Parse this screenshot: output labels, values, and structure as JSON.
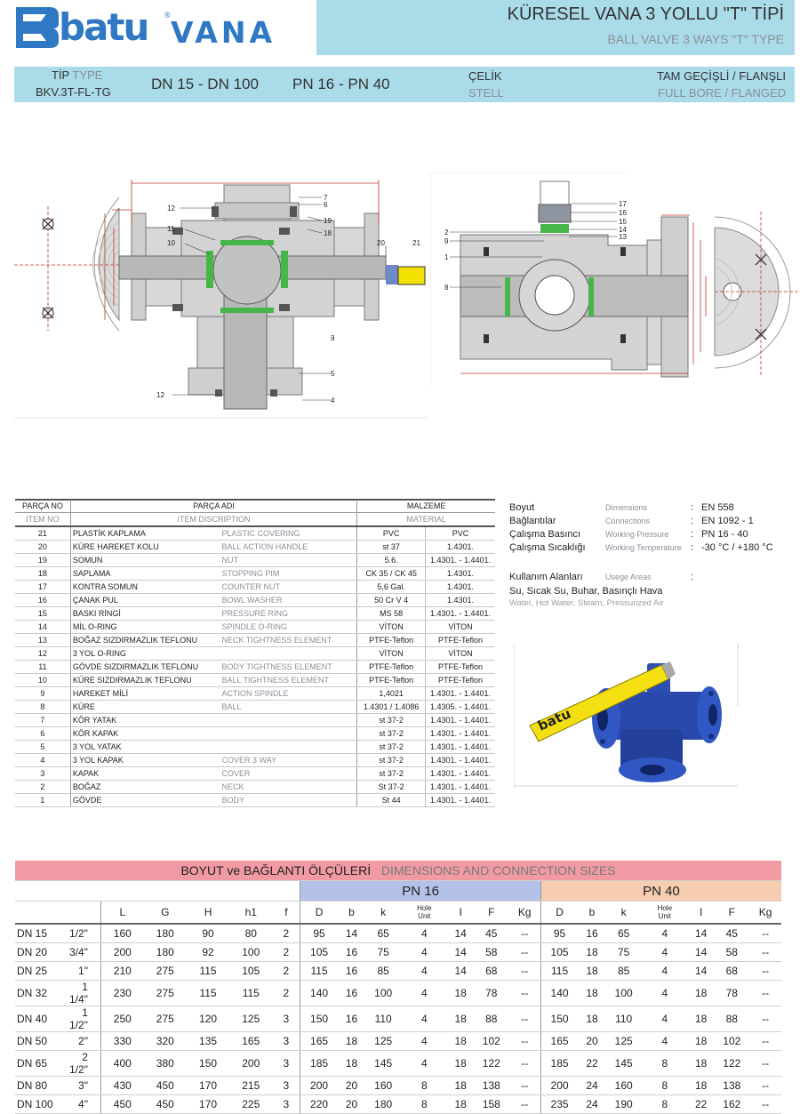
{
  "header": {
    "brand": "batu",
    "brand_suffix": "VANA",
    "registered": "®",
    "title_tr": "KÜRESEL VANA 3 YOLLU \"T\" TİPİ",
    "title_en": "BALL VALVE 3 WAYS \"T\" TYPE"
  },
  "spec_bar": {
    "tip_tr": "TİP",
    "tip_en": "TYPE",
    "model": "BKV.3T-FL-TG",
    "dn_range": "DN 15 - DN 100",
    "pn_range": "PN 16 - PN 40",
    "material_tr": "ÇELİK",
    "material_en": "STELL",
    "bore_tr": "TAM GEÇİŞLİ / FLANŞLI",
    "bore_en": "FULL BORE / FLANGED"
  },
  "drawing_labels": {
    "left_callouts": [
      "12",
      "11",
      "10",
      "7",
      "6",
      "19",
      "18",
      "20",
      "21",
      "3",
      "5",
      "12",
      "4"
    ],
    "right_callouts": [
      "17",
      "16",
      "15",
      "14",
      "13",
      "2",
      "9",
      "1",
      "8"
    ]
  },
  "parts_table": {
    "h_no_tr": "PARÇA NO",
    "h_no_en": "ITEM NO",
    "h_name_tr": "PARÇA ADI",
    "h_name_en": "ITEM DISCRIPTION",
    "h_mat_tr": "MALZEME",
    "h_mat_en": "MATERIAL",
    "rows": [
      {
        "no": "21",
        "tr": "PLASTİK KAPLAMA",
        "en": "PLASTIC COVERING",
        "m1": "PVC",
        "m2": "PVC"
      },
      {
        "no": "20",
        "tr": "KÜRE HAREKET KOLU",
        "en": "BALL ACTION HANDLE",
        "m1": "st 37",
        "m2": "1.4301."
      },
      {
        "no": "19",
        "tr": "SOMUN",
        "en": "NUT",
        "m1": "5.6.",
        "m2": "1.4301. - 1.4401."
      },
      {
        "no": "18",
        "tr": "SAPLAMA",
        "en": "STOPPING PIM",
        "m1": "CK 35 / CK 45",
        "m2": "1.4301."
      },
      {
        "no": "17",
        "tr": "KONTRA SOMUN",
        "en": "COUNTER NUT",
        "m1": "5,6 Gal.",
        "m2": "1.4301."
      },
      {
        "no": "16",
        "tr": "ÇANAK PUL",
        "en": "BOWL WASHER",
        "m1": "50 Cr V 4",
        "m2": "1.4301."
      },
      {
        "no": "15",
        "tr": "BASKI RİNGİ",
        "en": "PRESSURE RING",
        "m1": "MS 58",
        "m2": "1.4301. - 1.4401."
      },
      {
        "no": "14",
        "tr": "MİL O-RING",
        "en": "SPINDLE O-RING",
        "m1": "VİTON",
        "m2": "VİTON"
      },
      {
        "no": "13",
        "tr": "BOĞAZ SIZDIRMAZLIK TEFLONU",
        "en": "NECK TIGHTNESS ELEMENT",
        "m1": "PTFE-Teflon",
        "m2": "PTFE-Teflon"
      },
      {
        "no": "12",
        "tr": "3 YOL O-RING",
        "en": "",
        "m1": "VİTON",
        "m2": "VİTON"
      },
      {
        "no": "11",
        "tr": "GÖVDE SIZDIRMAZLIK TEFLONU",
        "en": "BODY TIGHTNESS ELEMENT",
        "m1": "PTFE-Teflon",
        "m2": "PTFE-Teflon"
      },
      {
        "no": "10",
        "tr": "KÜRE SIZDIRMAZLIK TEFLONU",
        "en": "BALL TIGHTNESS ELEMENT",
        "m1": "PTFE-Teflon",
        "m2": "PTFE-Teflon"
      },
      {
        "no": "9",
        "tr": "HAREKET MİLİ",
        "en": "ACTION SPINDLE",
        "m1": "1,4021",
        "m2": "1.4301. - 1.4401."
      },
      {
        "no": "8",
        "tr": "KÜRE",
        "en": "BALL",
        "m1": "1.4301 / 1.4086",
        "m2": "1.4305. - 1.4401."
      },
      {
        "no": "7",
        "tr": "KÖR YATAK",
        "en": "",
        "m1": "st 37-2",
        "m2": "1.4301. - 1.4401."
      },
      {
        "no": "6",
        "tr": "KÖR KAPAK",
        "en": "",
        "m1": "st 37-2",
        "m2": "1.4301. - 1.4401."
      },
      {
        "no": "5",
        "tr": "3 YOL YATAK",
        "en": "",
        "m1": "st 37-2",
        "m2": "1.4301. - 1.4401."
      },
      {
        "no": "4",
        "tr": "3 YOL KAPAK",
        "en": "COVER 3 WAY",
        "m1": "st 37-2",
        "m2": "1.4301. - 1.4401."
      },
      {
        "no": "3",
        "tr": "KAPAK",
        "en": "COVER",
        "m1": "st 37-2",
        "m2": "1.4301. - 1.4401."
      },
      {
        "no": "2",
        "tr": "BOĞAZ",
        "en": "NECK",
        "m1": "St 37-2",
        "m2": "1.4301. - 1.4401."
      },
      {
        "no": "1",
        "tr": "GÖVDE",
        "en": "BODY",
        "m1": "St 44",
        "m2": "1.4301. - 1.4401."
      }
    ]
  },
  "specs": {
    "rows": [
      {
        "tr": "Boyut",
        "en": "Dimensions",
        "val": "EN 558"
      },
      {
        "tr": "Bağlantılar",
        "en": "Connections",
        "val": "EN 1092 - 1"
      },
      {
        "tr": "Çalışma Basıncı",
        "en": "Working Pressure",
        "val": "PN 16 - 40"
      },
      {
        "tr": "Çalışma Sıcaklığı",
        "en": "Working Temperature",
        "val": "-30 °C / +180 °C"
      }
    ],
    "colon": ":",
    "usage_tr": "Kullanım Alanları",
    "usage_en": "Usege Areas",
    "usage_list_tr": "Su, Sıcak Su, Buhar, Basınçlı Hava",
    "usage_list_en": "Water, Hot Water, Steam, Pressurized Air"
  },
  "photo": {
    "handle_brand": "batu"
  },
  "dims_table": {
    "title_tr": "BOYUT ve BAĞLANTI ÖLÇÜLERİ",
    "title_en": "DIMENSIONS AND CONNECTION SIZES",
    "pn16": "PN 16",
    "pn40": "PN 40",
    "cols_common": [
      "L",
      "G",
      "H",
      "h1",
      "f"
    ],
    "cols_pn": [
      "D",
      "b",
      "k",
      "Hole Unit",
      "I",
      "F",
      "Kg"
    ],
    "hole_1": "Hole",
    "hole_2": "Unit",
    "rows": [
      {
        "dn": "DN 15",
        "inch": "1/2\"",
        "v": [
          "160",
          "180",
          "90",
          "80",
          "2",
          "95",
          "14",
          "65",
          "4",
          "14",
          "45",
          "--",
          "95",
          "16",
          "65",
          "4",
          "14",
          "45",
          "--"
        ]
      },
      {
        "dn": "DN 20",
        "inch": "3/4\"",
        "v": [
          "200",
          "180",
          "92",
          "100",
          "2",
          "105",
          "16",
          "75",
          "4",
          "14",
          "58",
          "--",
          "105",
          "18",
          "75",
          "4",
          "14",
          "58",
          "--"
        ]
      },
      {
        "dn": "DN 25",
        "inch": "1\"",
        "v": [
          "210",
          "275",
          "115",
          "105",
          "2",
          "115",
          "16",
          "85",
          "4",
          "14",
          "68",
          "--",
          "115",
          "18",
          "85",
          "4",
          "14",
          "68",
          "--"
        ]
      },
      {
        "dn": "DN 32",
        "inch": "1 1/4\"",
        "v": [
          "230",
          "275",
          "115",
          "115",
          "2",
          "140",
          "16",
          "100",
          "4",
          "18",
          "78",
          "--",
          "140",
          "18",
          "100",
          "4",
          "18",
          "78",
          "--"
        ]
      },
      {
        "dn": "DN 40",
        "inch": "1 1/2\"",
        "v": [
          "250",
          "275",
          "120",
          "125",
          "3",
          "150",
          "16",
          "110",
          "4",
          "18",
          "88",
          "--",
          "150",
          "18",
          "110",
          "4",
          "18",
          "88",
          "--"
        ]
      },
      {
        "dn": "DN 50",
        "inch": "2\"",
        "v": [
          "330",
          "320",
          "135",
          "165",
          "3",
          "165",
          "18",
          "125",
          "4",
          "18",
          "102",
          "--",
          "165",
          "20",
          "125",
          "4",
          "18",
          "102",
          "--"
        ]
      },
      {
        "dn": "DN 65",
        "inch": "2 1/2\"",
        "v": [
          "400",
          "380",
          "150",
          "200",
          "3",
          "185",
          "18",
          "145",
          "4",
          "18",
          "122",
          "--",
          "185",
          "22",
          "145",
          "8",
          "18",
          "122",
          "--"
        ]
      },
      {
        "dn": "DN 80",
        "inch": "3\"",
        "v": [
          "430",
          "450",
          "170",
          "215",
          "3",
          "200",
          "20",
          "160",
          "8",
          "18",
          "138",
          "--",
          "200",
          "24",
          "160",
          "8",
          "18",
          "138",
          "--"
        ]
      },
      {
        "dn": "DN 100",
        "inch": "4\"",
        "v": [
          "450",
          "450",
          "170",
          "225",
          "3",
          "220",
          "20",
          "180",
          "8",
          "18",
          "158",
          "--",
          "235",
          "24",
          "190",
          "8",
          "22",
          "162",
          "--"
        ]
      }
    ]
  }
}
